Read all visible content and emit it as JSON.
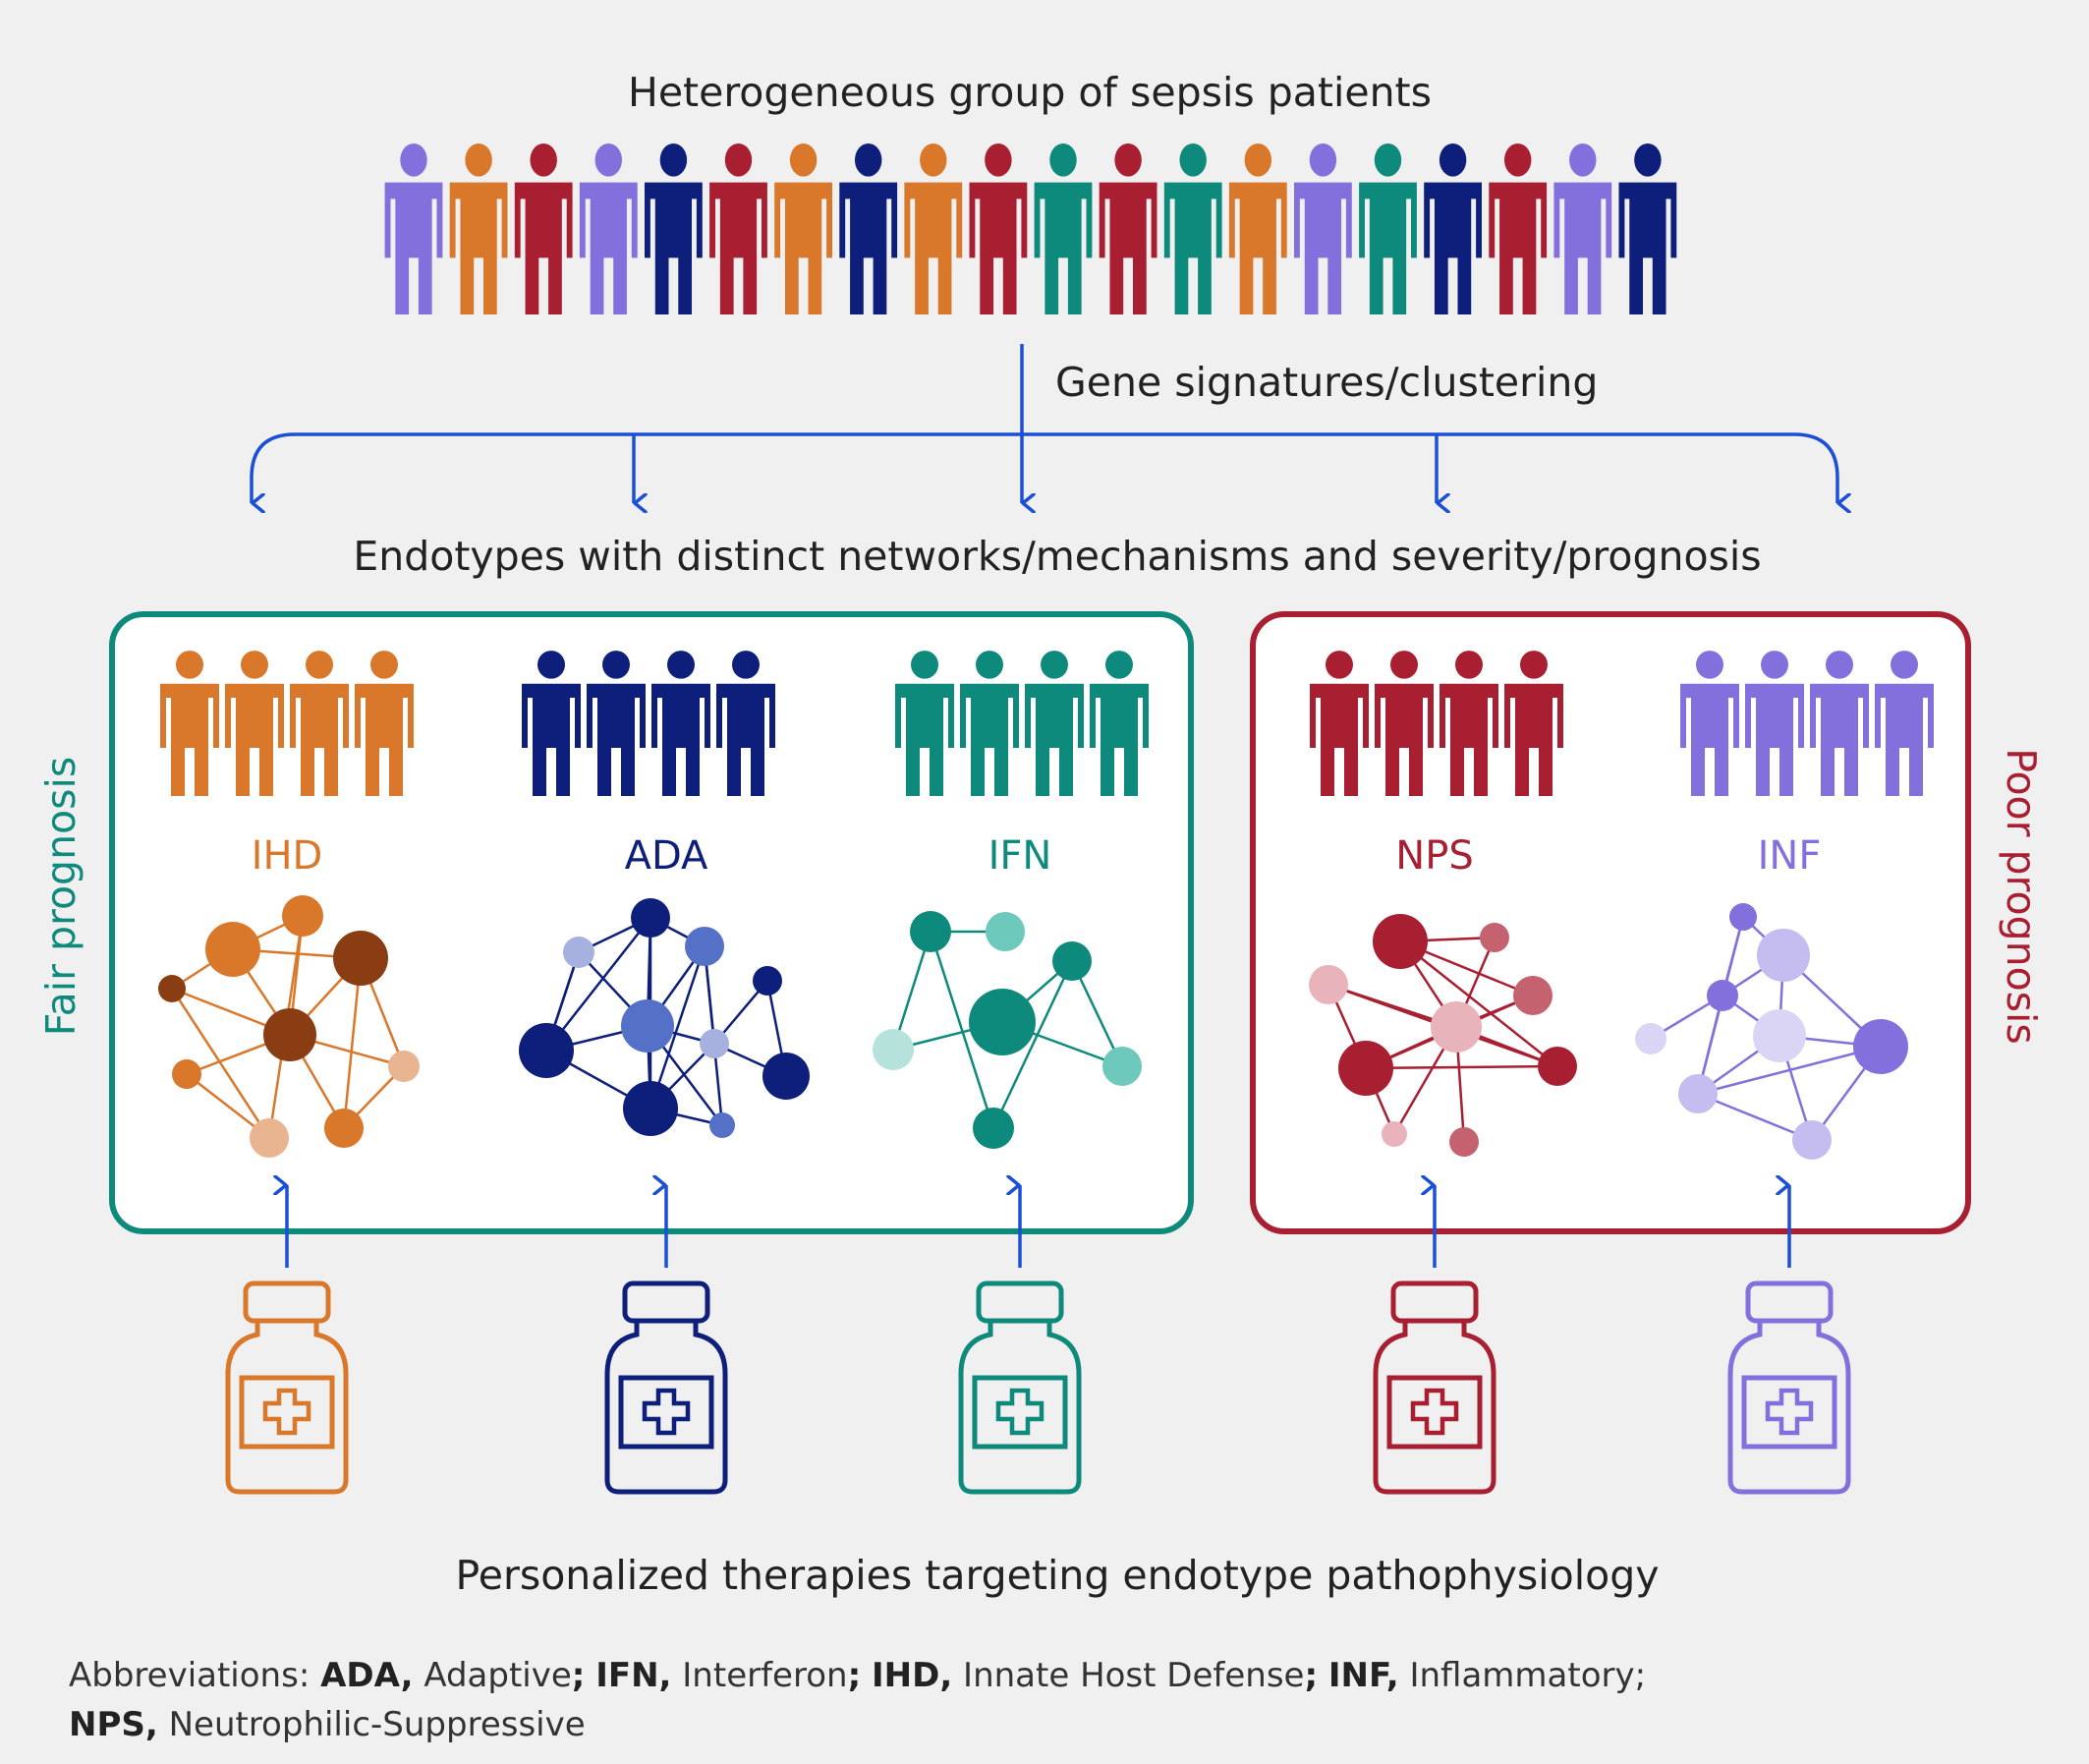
{
  "title": "Heterogeneous group of sepsis patients",
  "step_label": "Gene signatures/clustering",
  "endotypes_heading": "Endotypes with distinct networks/mechanisms and severity/prognosis",
  "therapy_heading": "Personalized therapies targeting endotype pathophysiology",
  "fair_label": "Fair prognosis",
  "poor_label": "Poor prognosis",
  "colors": {
    "IHD": "#d9772a",
    "ADA": "#0d1f7a",
    "IFN": "#0e8a7c",
    "NPS": "#a81f32",
    "INF": "#8470dc",
    "fair_box": "#0e8a7c",
    "poor_box": "#a81f32",
    "arrow": "#1a4fd6"
  },
  "crowd_order": [
    "INF",
    "IHD",
    "NPS",
    "INF",
    "ADA",
    "NPS",
    "IHD",
    "ADA",
    "IHD",
    "NPS",
    "IFN",
    "NPS",
    "IFN",
    "IHD",
    "INF",
    "IFN",
    "ADA",
    "NPS",
    "INF",
    "ADA"
  ],
  "endotypes": [
    {
      "code": "IHD",
      "label": "IHD"
    },
    {
      "code": "ADA",
      "label": "ADA"
    },
    {
      "code": "IFN",
      "label": "IFN"
    },
    {
      "code": "NPS",
      "label": "NPS"
    },
    {
      "code": "INF",
      "label": "INF"
    }
  ],
  "abbreviations": {
    "prefix": "Abbreviations:",
    "items": [
      {
        "abbr": "ADA,",
        "full": "Adaptive"
      },
      {
        "abbr": "IFN,",
        "full": "Interferon"
      },
      {
        "abbr": "IHD,",
        "full": "Innate Host Defense"
      },
      {
        "abbr": "INF,",
        "full": "Inflammatory"
      },
      {
        "abbr": "NPS,",
        "full": "Neutrophilic-Suppressive"
      }
    ]
  }
}
